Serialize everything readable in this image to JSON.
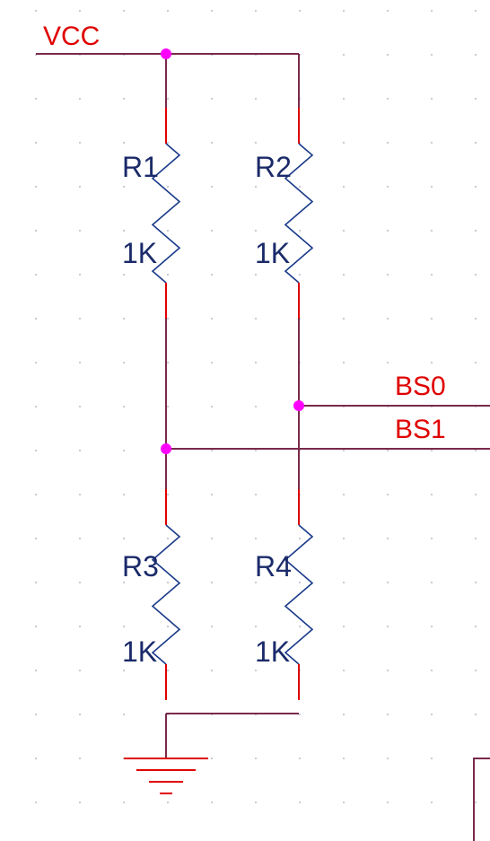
{
  "colors": {
    "background": "#ffffff",
    "grid_dot": "#b8b8c8",
    "wire": "#7a2a4a",
    "pin": "#e00000",
    "resistor_body": "#1a3a8a",
    "ref_text": "#1a2a6a",
    "net_text": "#e00000",
    "junction": "#ff00ff",
    "ground": "#e00000"
  },
  "nets": {
    "vcc": "VCC",
    "bs0": "BS0",
    "bs1": "BS1"
  },
  "components": [
    {
      "ref": "R1",
      "value": "1K"
    },
    {
      "ref": "R2",
      "value": "1K"
    },
    {
      "ref": "R3",
      "value": "1K"
    },
    {
      "ref": "R4",
      "value": "1K"
    }
  ],
  "symbols": {
    "ground": "ground-icon",
    "junction": "junction-dot-icon",
    "resistor": "resistor-zigzag-icon"
  }
}
